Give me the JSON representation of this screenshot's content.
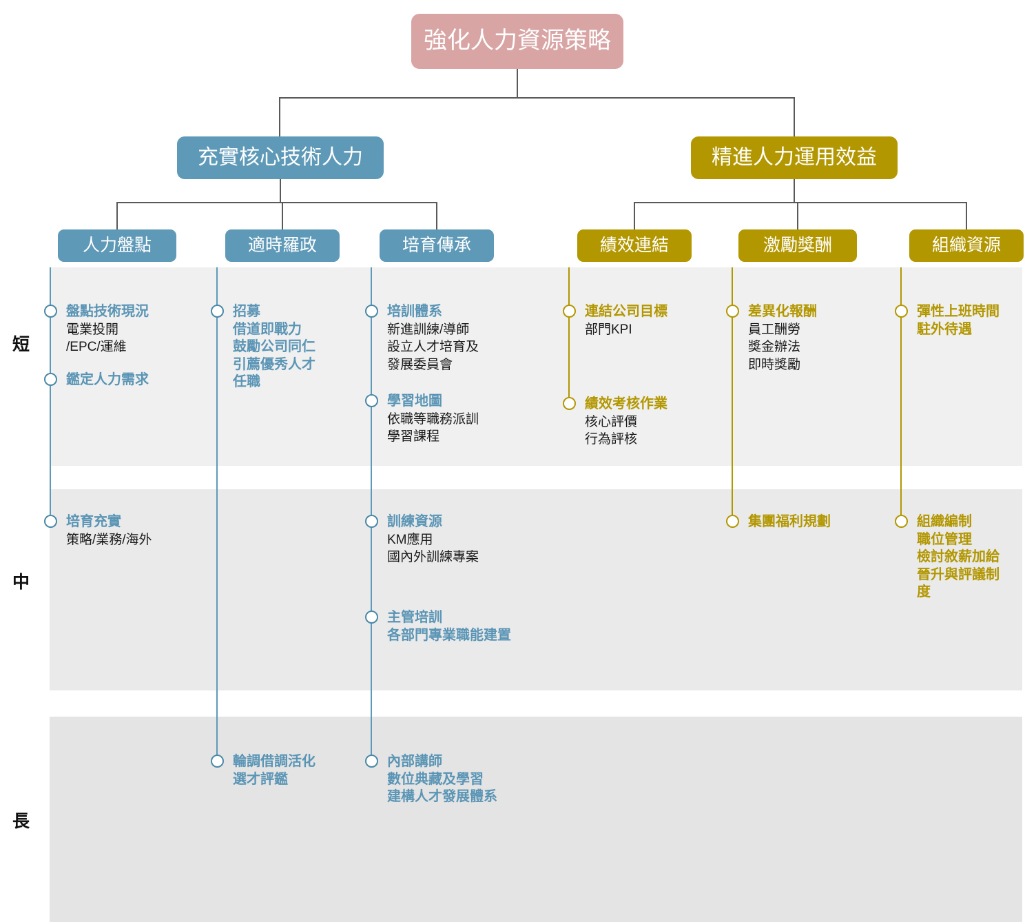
{
  "diagram": {
    "type": "hierarchy-timeline",
    "root": {
      "label": "強化人力資源策略",
      "color": "#d9a4a4"
    },
    "branches": [
      {
        "id": "blue",
        "label": "充實核心技術人力",
        "color": "#5e9ab8"
      },
      {
        "id": "gold",
        "label": "精進人力運用效益",
        "color": "#b39700"
      }
    ],
    "columns": [
      {
        "id": "c1",
        "label": "人力盤點",
        "color": "#5e9ab8",
        "branch": "blue"
      },
      {
        "id": "c2",
        "label": "適時羅政",
        "color": "#5e9ab8",
        "branch": "blue"
      },
      {
        "id": "c3",
        "label": "培育傳承",
        "color": "#5e9ab8",
        "branch": "blue"
      },
      {
        "id": "c4",
        "label": "績效連結",
        "color": "#b39700",
        "branch": "gold"
      },
      {
        "id": "c5",
        "label": "激勵獎酬",
        "color": "#b39700",
        "branch": "gold"
      },
      {
        "id": "c6",
        "label": "組織資源",
        "color": "#b39700",
        "branch": "gold"
      }
    ],
    "rows": [
      {
        "id": "short",
        "label": "短"
      },
      {
        "id": "mid",
        "label": "中"
      },
      {
        "id": "long",
        "label": "長"
      }
    ],
    "items": {
      "short": {
        "c1": [
          {
            "head": "盤點技術現況",
            "sub": [
              "電業投開",
              "/EPC/運維"
            ]
          },
          {
            "head": "鑑定人力需求",
            "sub": []
          }
        ],
        "c2": [
          {
            "head": "招募\n借道即戰力\n鼓勵公司同仁\n引薦優秀人才\n任職",
            "sub": []
          }
        ],
        "c3": [
          {
            "head": "培訓體系",
            "sub": [
              "新進訓練/導師",
              "設立人才培育及",
              "發展委員會"
            ]
          },
          {
            "head": "學習地圖",
            "sub": [
              "依職等職務派訓",
              "學習課程"
            ]
          }
        ],
        "c4": [
          {
            "head": "連結公司目標",
            "sub": [
              "部門KPI"
            ]
          },
          {
            "head": "績效考核作業",
            "sub": [
              "核心評價",
              "行為評核"
            ]
          }
        ],
        "c5": [
          {
            "head": "差異化報酬",
            "sub": [
              "員工酬勞",
              "獎金辦法",
              "即時獎勵"
            ]
          }
        ],
        "c6": [
          {
            "head": "彈性上班時間\n駐外待遇",
            "sub": []
          }
        ]
      },
      "mid": {
        "c1": [
          {
            "head": "培育充實",
            "sub": [
              "策略/業務/海外"
            ]
          }
        ],
        "c3": [
          {
            "head": "訓練資源",
            "sub": [
              "KM應用",
              "國內外訓練專案"
            ]
          },
          {
            "head": "主管培訓\n各部門專業職能建置",
            "sub": []
          }
        ],
        "c5": [
          {
            "head": "集團福利規劃",
            "sub": []
          }
        ],
        "c6": [
          {
            "head": "組織編制\n職位管理\n檢討敘薪加給\n晉升與評議制\n度",
            "sub": []
          }
        ]
      },
      "long": {
        "c2": [
          {
            "head": "輪調借調活化\n選才評鑑",
            "sub": []
          }
        ],
        "c3": [
          {
            "head": "內部講師\n數位典藏及學習\n建構人才發展體系",
            "sub": []
          }
        ]
      }
    }
  }
}
